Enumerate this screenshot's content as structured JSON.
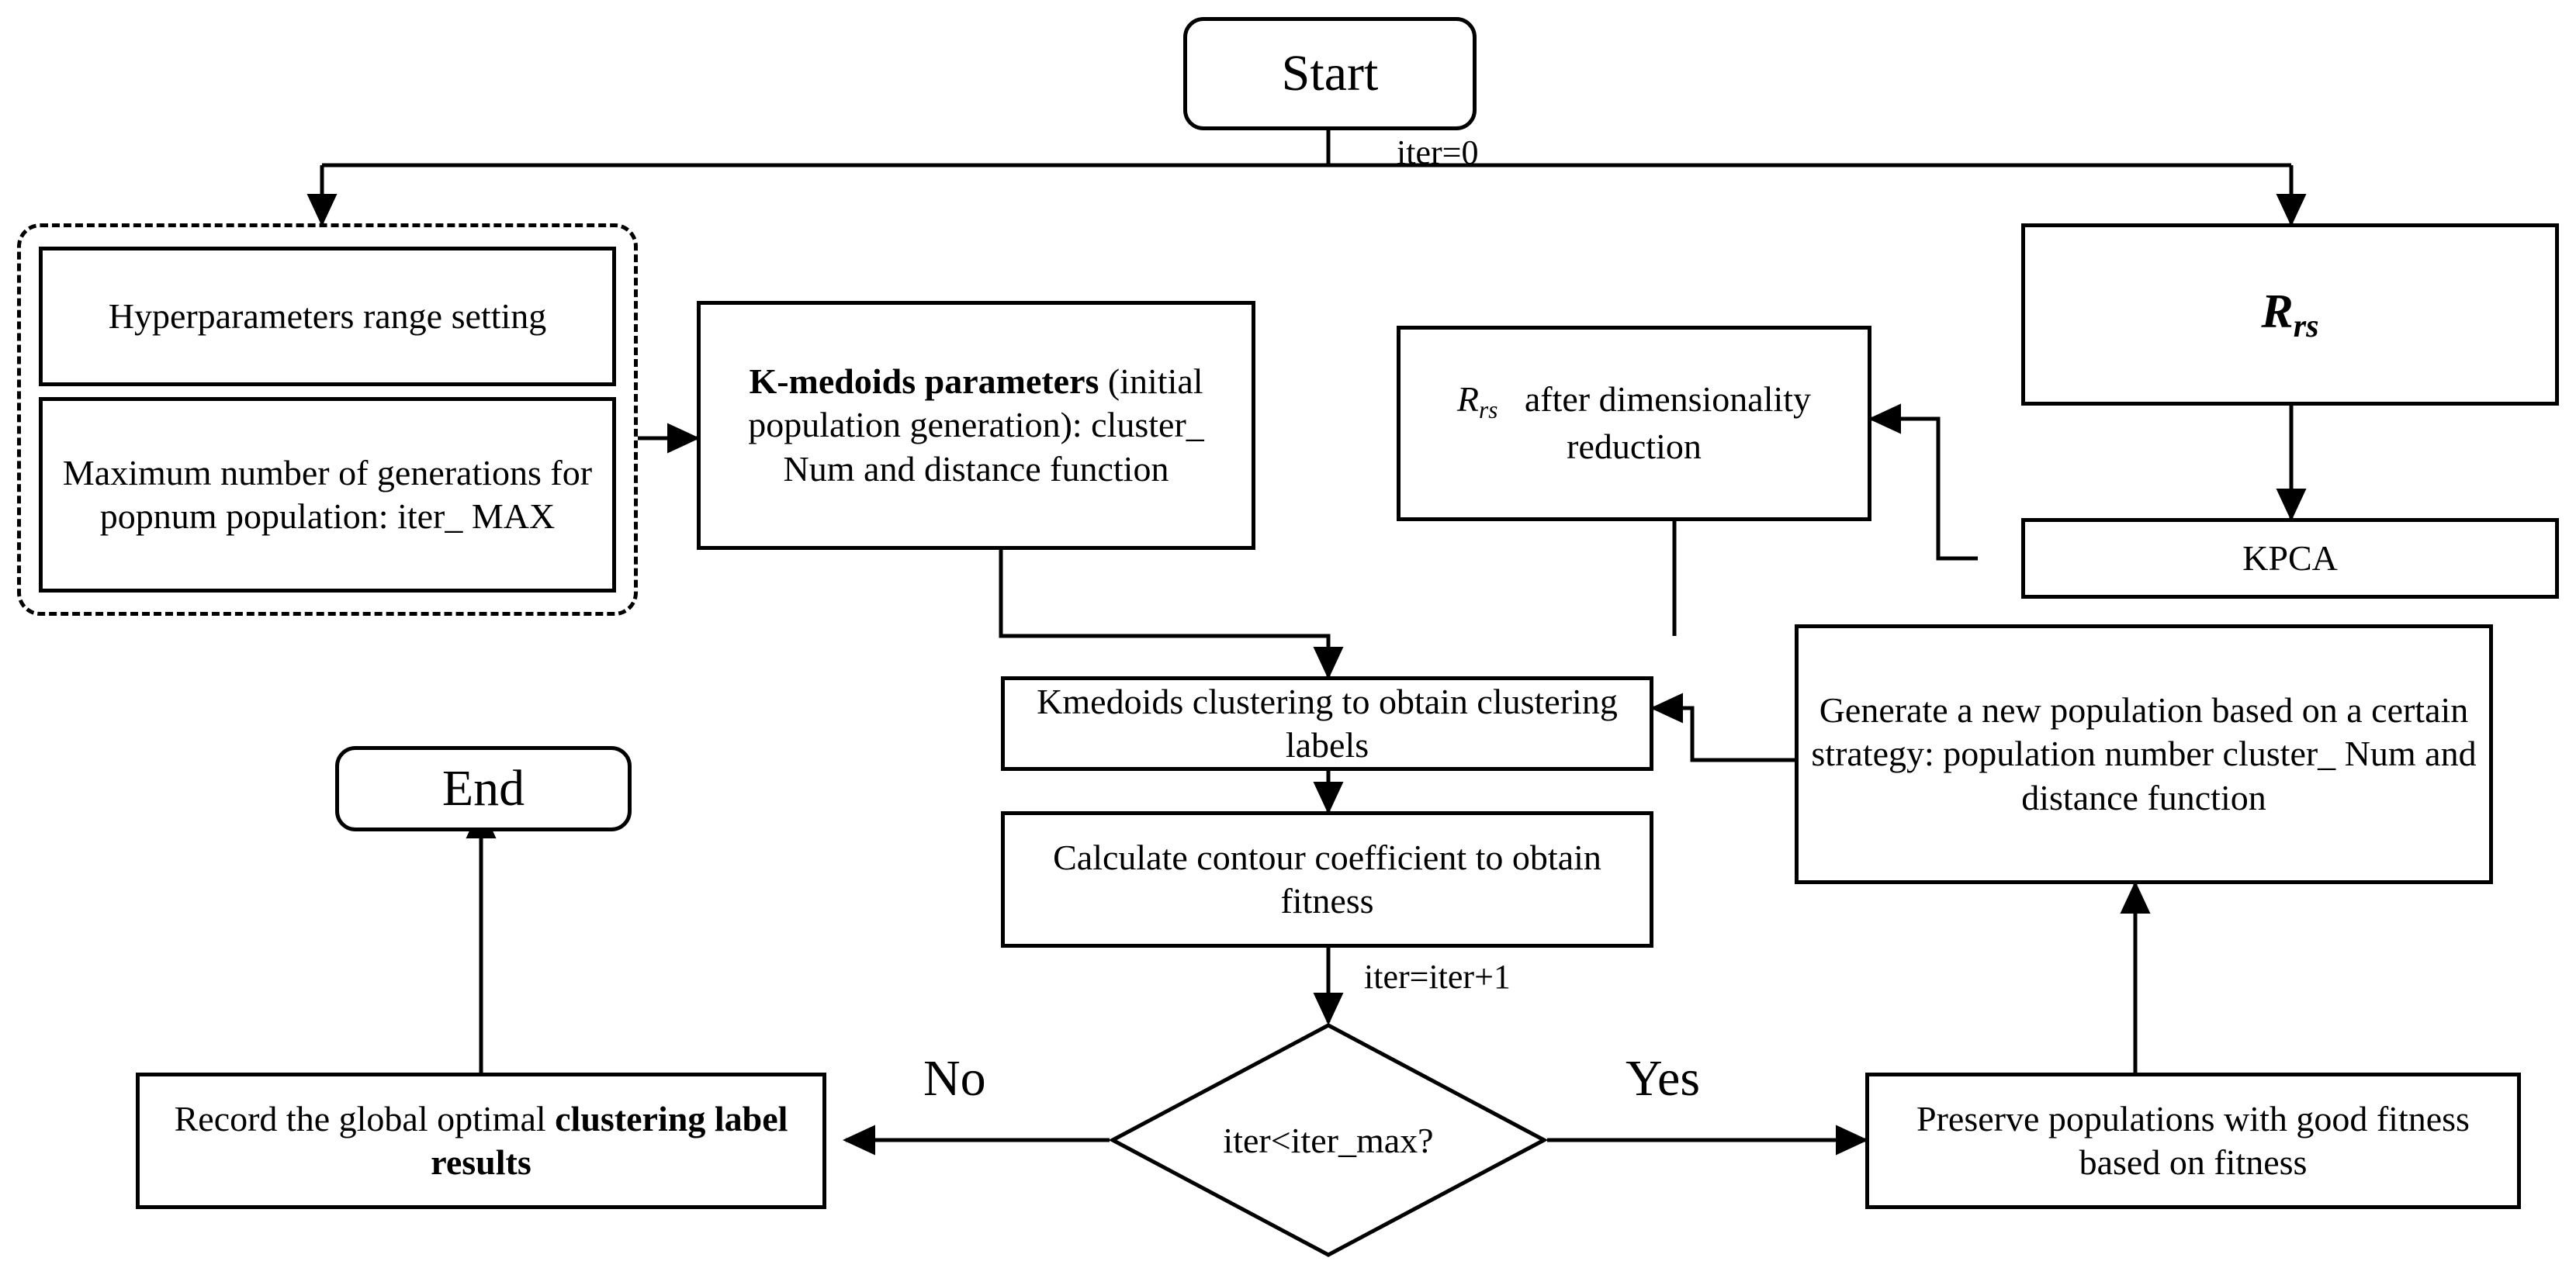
{
  "diagram": {
    "title": "K-medoids hyperparameter optimization flowchart",
    "line_color": "#000000",
    "background": "#ffffff"
  },
  "nodes": {
    "start": {
      "label": "Start",
      "shape": "terminal"
    },
    "hyperparams_range": {
      "label": "Hyperparameters range setting",
      "shape": "process"
    },
    "max_generations": {
      "label": "Maximum number of generations for popnum population: iter_ MAX",
      "shape": "process"
    },
    "kmedoids_params": {
      "label_bold": "K-medoids parameters",
      "label_rest": "(initial population generation): cluster_ Num and distance function",
      "shape": "process"
    },
    "rrs_reduced": {
      "symbol": "R",
      "subscript": "rs",
      "label_after": "after",
      "label_line2": "dimensionality reduction",
      "shape": "process"
    },
    "rrs_source": {
      "symbol": "R",
      "subscript": "rs",
      "shape": "process"
    },
    "kpca": {
      "label": "KPCA",
      "shape": "process"
    },
    "kmedoids_cluster": {
      "label": "Kmedoids clustering to obtain clustering labels",
      "shape": "process"
    },
    "contour_fitness": {
      "label": "Calculate contour coefficient to obtain fitness",
      "shape": "process"
    },
    "generate_population": {
      "label": "Generate a new population based on a certain strategy: population number cluster_ Num and distance function",
      "shape": "process"
    },
    "decision": {
      "label": "iter<iter_max?",
      "shape": "diamond"
    },
    "preserve_population": {
      "label": "Preserve populations with good fitness based on fitness",
      "shape": "process"
    },
    "record_optimal": {
      "label_rest": "Record the global optimal",
      "label_bold": "clustering label results",
      "shape": "process"
    },
    "end": {
      "label": "End",
      "shape": "terminal"
    }
  },
  "edge_labels": {
    "iter_init": "iter=0",
    "iter_increment": "iter=iter+1",
    "branch_no": "No",
    "branch_yes": "Yes"
  },
  "group": {
    "dashed_container_name": "hyperparameter-settings-group"
  }
}
